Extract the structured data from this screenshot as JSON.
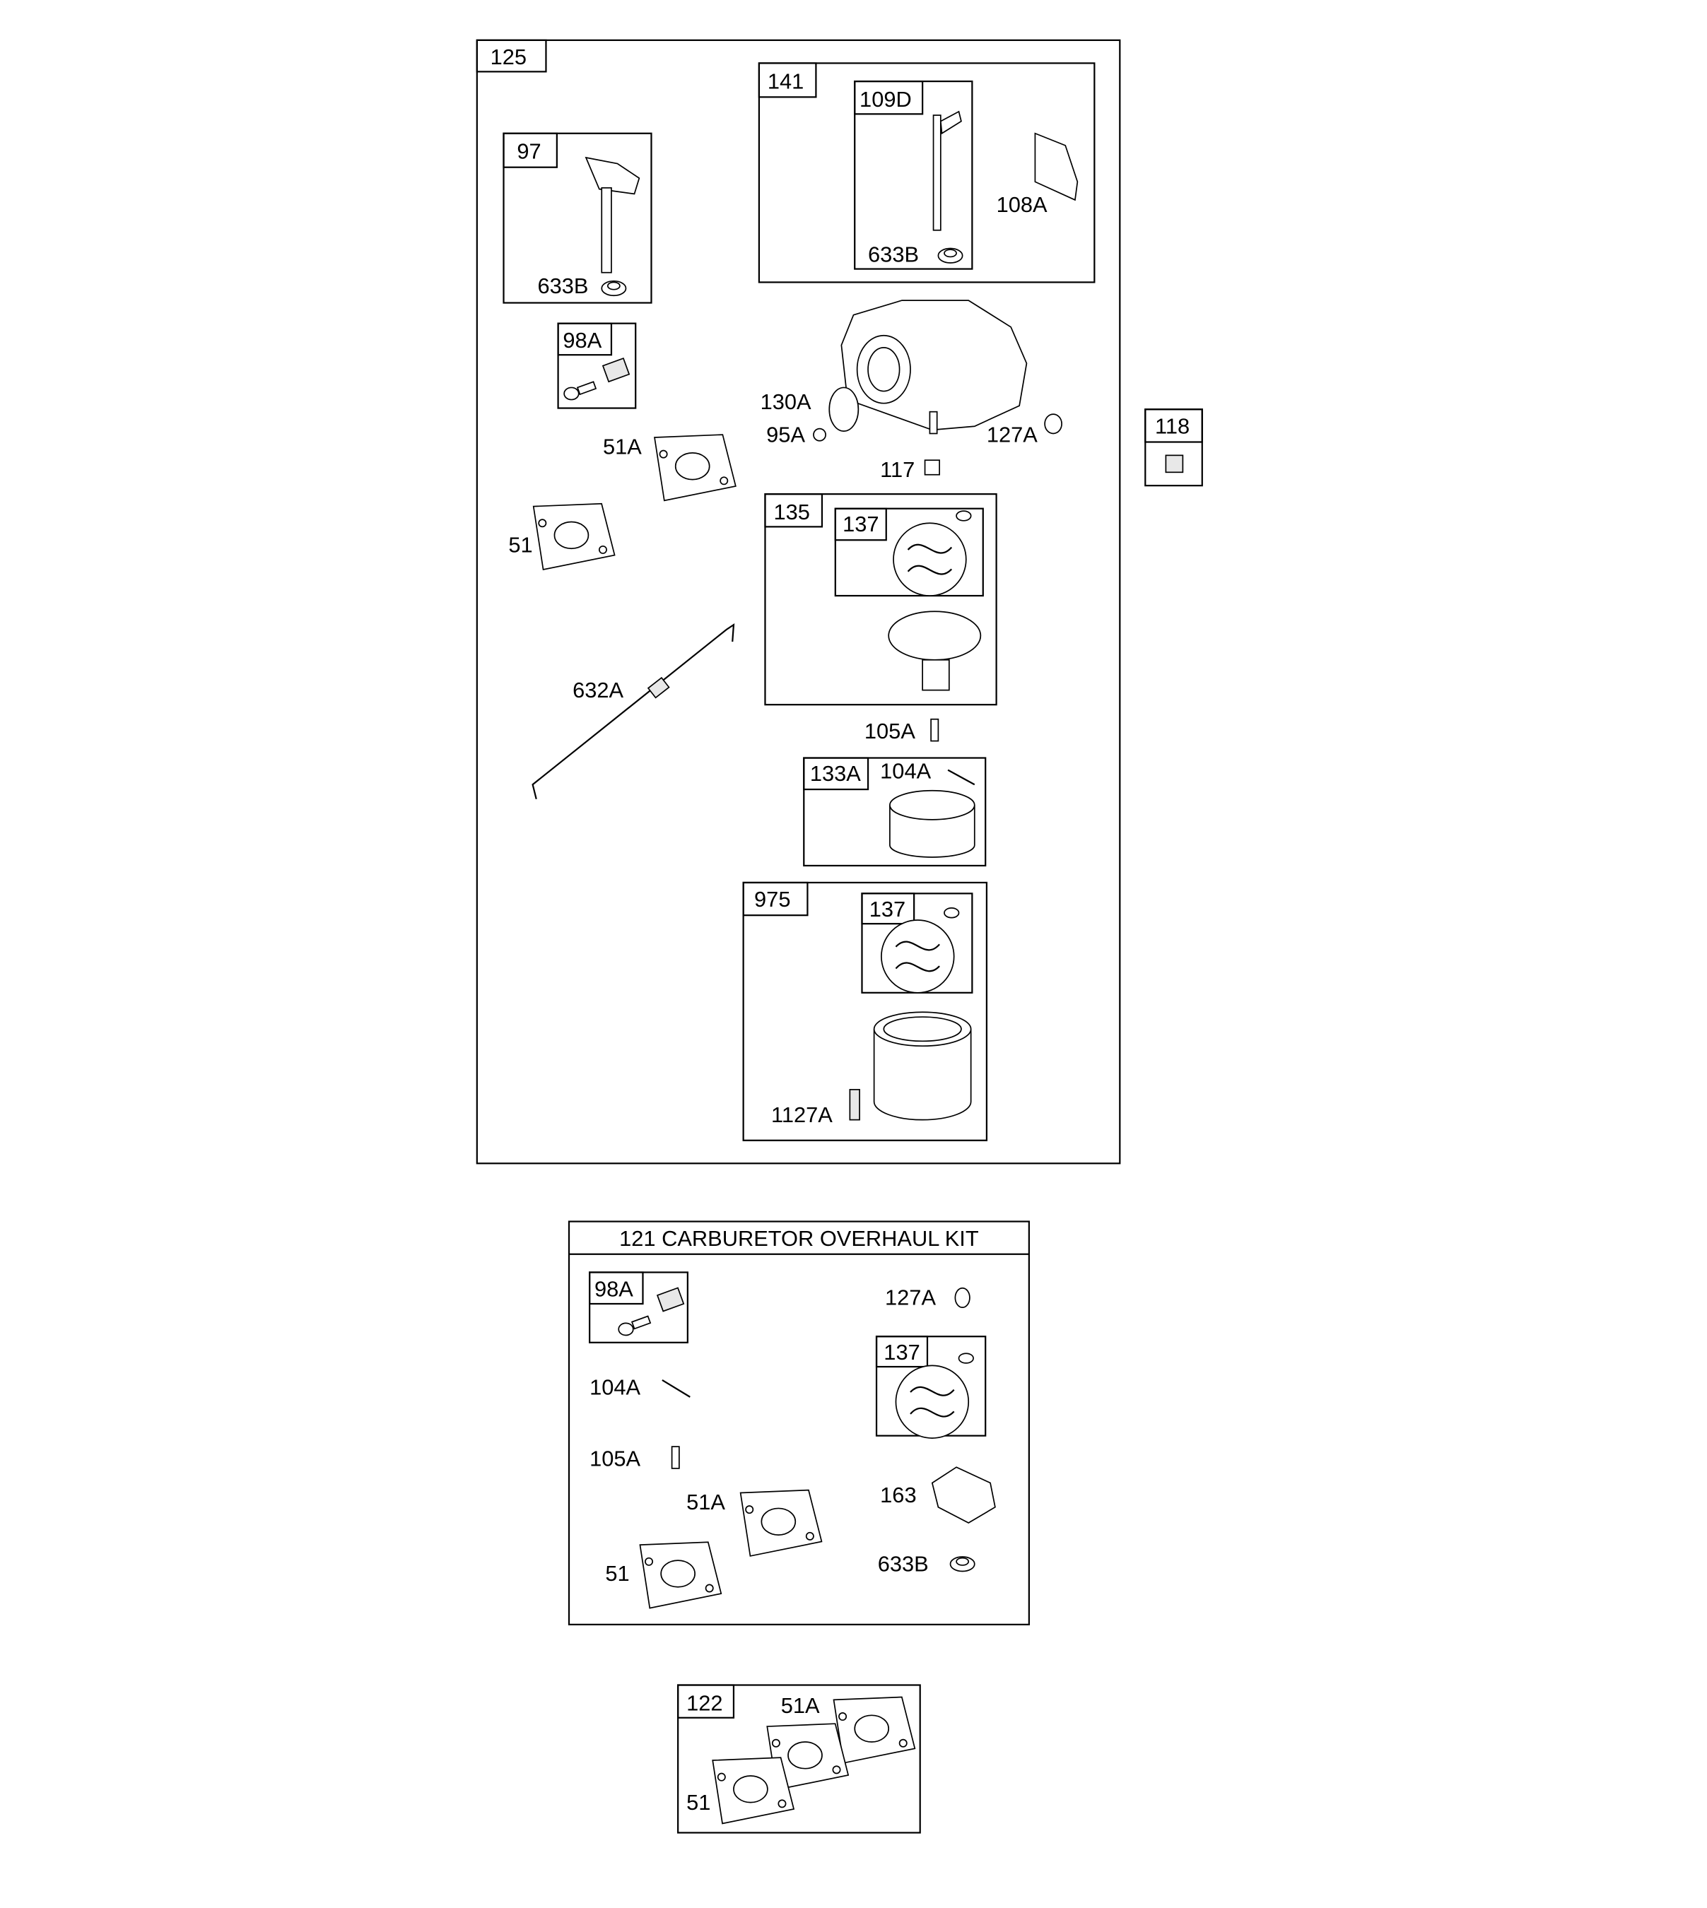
{
  "diagram": {
    "main_group": {
      "label": "125",
      "sub_141": {
        "label": "141",
        "sub_109D": {
          "label": "109D",
          "washer": "633B"
        },
        "gasket": "108A"
      },
      "sub_97": {
        "label": "97",
        "washer": "633B"
      },
      "sub_98A": {
        "label": "98A"
      },
      "parts": {
        "p51A": "51A",
        "p51": "51",
        "p632A": "632A",
        "p130A": "130A",
        "p95A": "95A",
        "p117": "117",
        "p127A": "127A",
        "p105A": "105A"
      },
      "sub_135": {
        "label": "135",
        "sub_137": "137"
      },
      "sub_133A": {
        "label": "133A",
        "pin": "104A"
      },
      "sub_975": {
        "label": "975",
        "sub_137": "137",
        "screw": "1127A"
      }
    },
    "side_118": {
      "label": "118"
    },
    "kit_121": {
      "title": "121 CARBURETOR OVERHAUL KIT",
      "sub_98A": "98A",
      "sub_137": "137",
      "parts": {
        "p127A": "127A",
        "p104A": "104A",
        "p105A": "105A",
        "p51A": "51A",
        "p51": "51",
        "p163": "163",
        "p633B": "633B"
      }
    },
    "kit_122": {
      "label": "122",
      "p51A": "51A",
      "p51": "51"
    }
  }
}
